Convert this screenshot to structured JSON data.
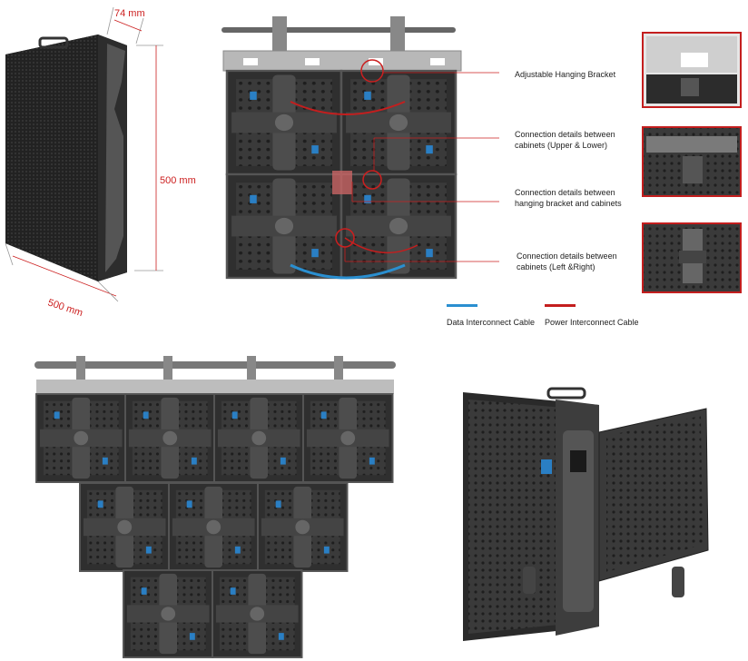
{
  "dimensions": {
    "depth": "74 mm",
    "height": "500 mm",
    "width": "500 mm"
  },
  "callouts": [
    "Adjustable Hanging Bracket",
    "Connection details between\ncabinets (Upper & Lower)",
    "Connection details between\nhanging bracket and cabinets",
    "Connection details between\ncabinets (Left &Right)"
  ],
  "legend": [
    {
      "label": "Data Interconnect Cable",
      "color": "#2a8fd0"
    },
    {
      "label": "Power Interconnect Cable",
      "color": "#c41e1e"
    }
  ],
  "colors": {
    "accent": "#cc1f1f",
    "cabinet_dark": "#2b2b2b",
    "cabinet_frame": "#4a4a4a",
    "bracket": "#b8b8b8"
  }
}
